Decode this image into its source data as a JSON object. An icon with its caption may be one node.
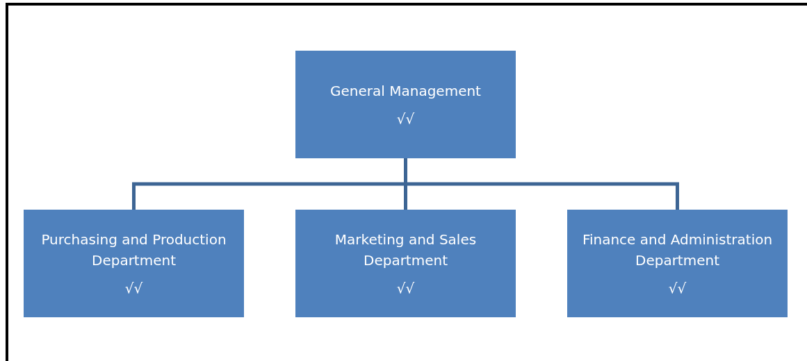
{
  "diagram": {
    "nodes": [
      {
        "text": [
          "General Management",
          "√√"
        ]
      },
      {
        "text": [
          "Purchasing and Production Department",
          "√√"
        ]
      },
      {
        "text": [
          "Marketing and Sales Department",
          "√√"
        ]
      },
      {
        "text": [
          "Finance and Administration Department",
          "√√"
        ]
      }
    ],
    "edges": [
      {
        "from": 0,
        "to": 1,
        "arrow": "none"
      },
      {
        "from": 0,
        "to": 2,
        "arrow": "none"
      },
      {
        "from": 0,
        "to": 3,
        "arrow": "none"
      }
    ]
  }
}
